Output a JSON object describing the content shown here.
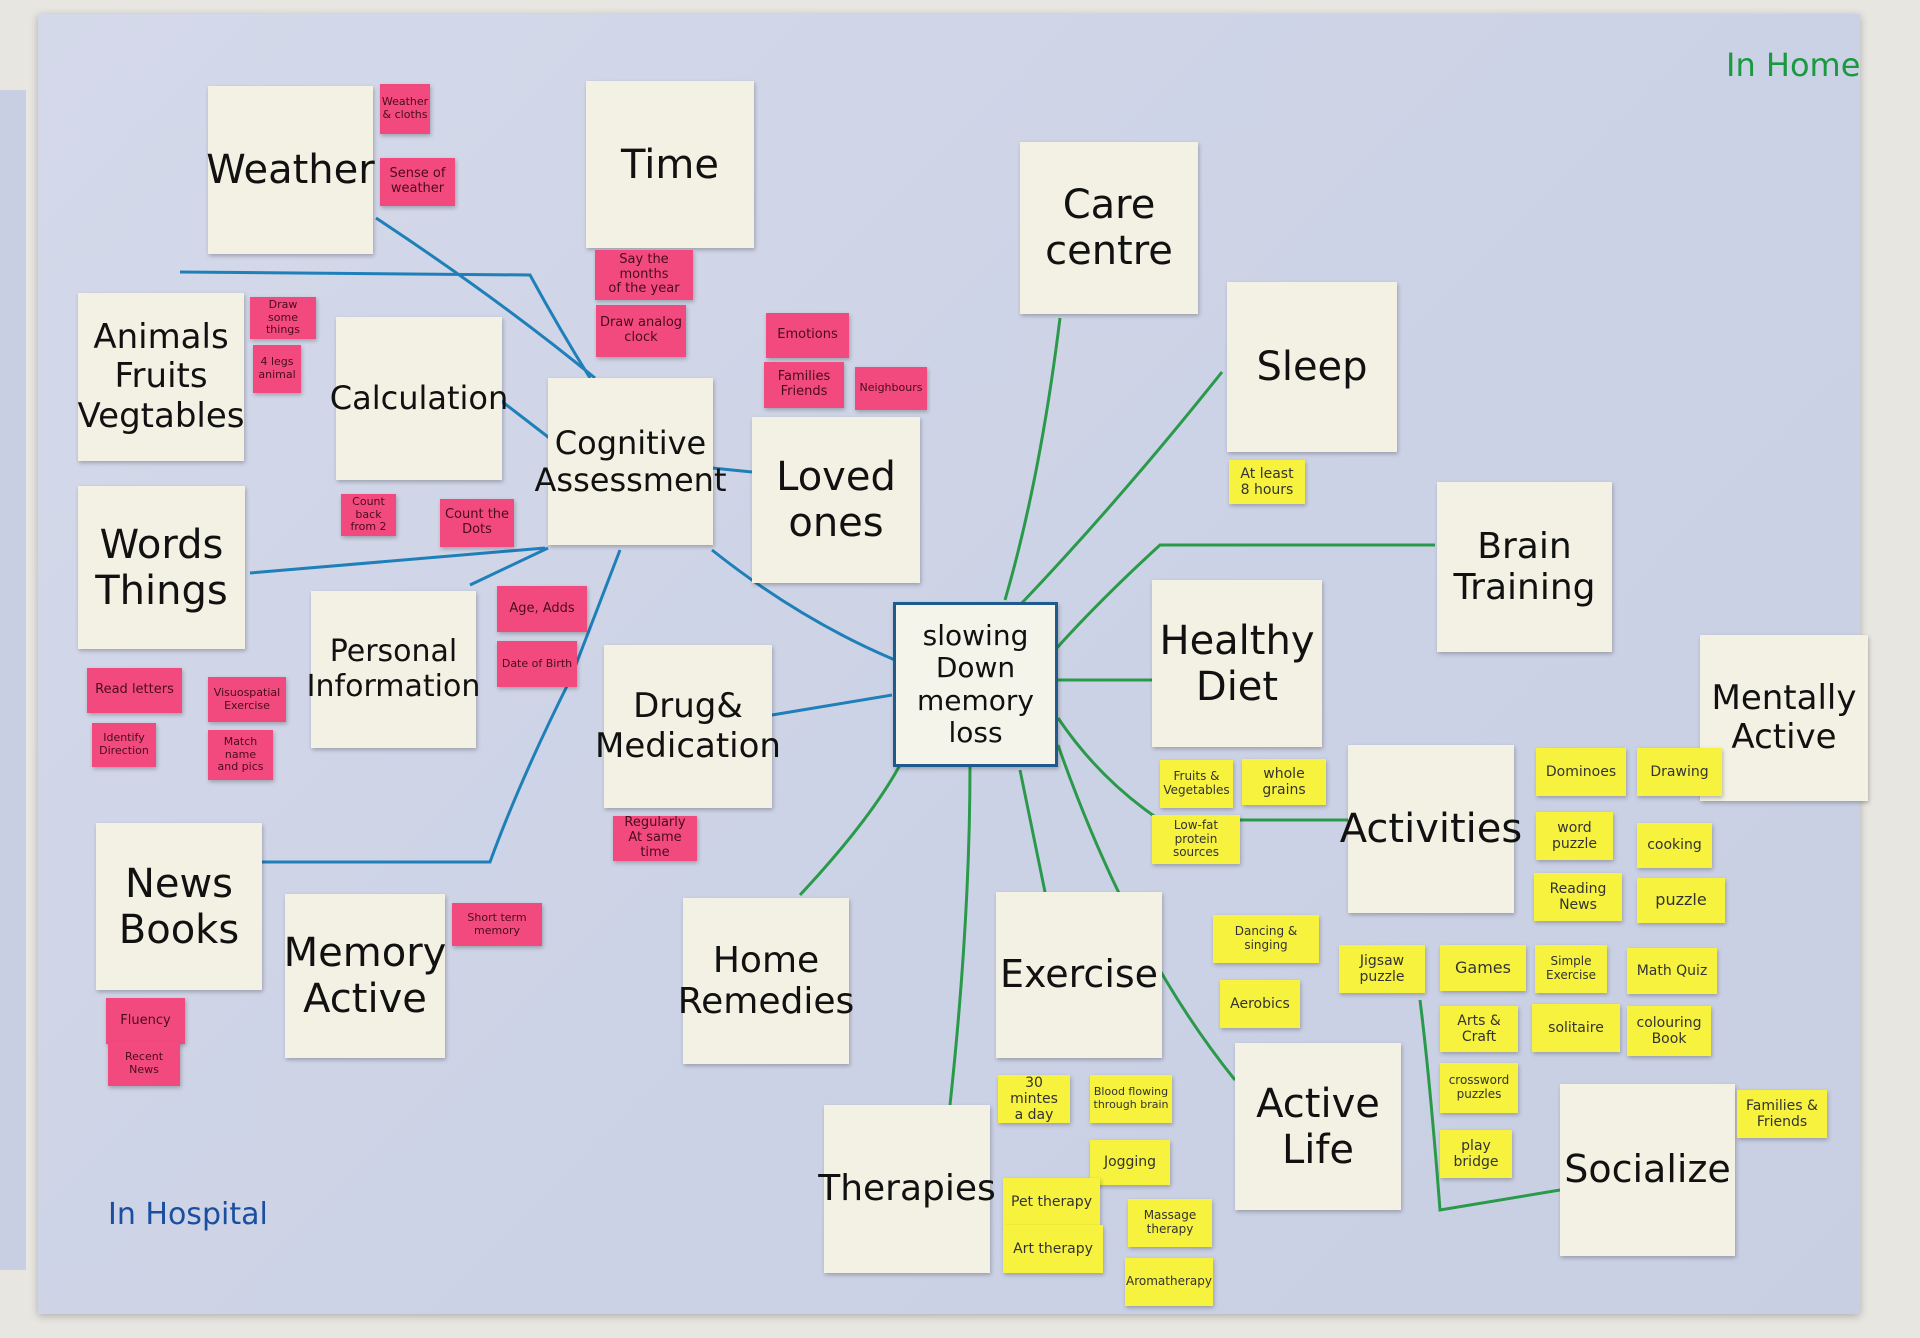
{
  "labels": {
    "in_home": "In Home",
    "in_hospital": "In Hospital"
  },
  "center": "slowing\nDown\nmemory loss",
  "big_notes": {
    "weather": "Weather",
    "time": "Time",
    "care_centre": "Care\ncentre",
    "sleep": "Sleep",
    "animals": "Animals\nFruits\nVegtables",
    "calculation": "Calculation",
    "cognitive": "Cognitive\nAssessment",
    "loved_ones": "Loved\nones",
    "brain_training": "Brain\nTraining",
    "words": "Words\nThings",
    "personal": "Personal\nInformation",
    "drug": "Drug&\nMedication",
    "healthy_diet": "Healthy\nDiet",
    "mentally_active": "Mentally\nActive",
    "activities": "Activities",
    "news": "News\nBooks",
    "memory": "Memory\nActive",
    "home_remedies": "Home\nRemedies",
    "exercise": "Exercise",
    "active_life": "Active\nLife",
    "socialize": "Socialize",
    "therapies": "Therapies"
  },
  "pink_notes": {
    "weather_clothes": "Weather\n& cloths",
    "sense_weather": "Sense of\nweather",
    "months": "Say the months\nof the year",
    "analog_clock": "Draw analog\nclock",
    "emotions": "Emotions",
    "families": "Families\nFriends",
    "neighbours": "Neighbours",
    "draw_things": "Draw some\nthings",
    "four_legs": "4 legs\nanimal",
    "count_from": "Count back\nfrom 2",
    "count_dots": "Count the\nDots",
    "age": "Age, Adds",
    "dob": "Date of Birth",
    "read_letters": "Read letters",
    "visuospatial": "Visuospatial\nExercise",
    "identify": "Identify\nDirection",
    "match": "Match name\nand pics",
    "regularly": "Regularly\nAt same time",
    "short_term": "Short term memory",
    "fluency": "Fluency",
    "recent_news": "Recent News"
  },
  "yellow_notes": {
    "at_least": "At least\n8 hours",
    "fruits_veg": "Fruits &\nVegetables",
    "whole_grains": "whole grains",
    "low_fat": "Low-fat\nprotein sources",
    "dominoes": "Dominoes",
    "drawing": "Drawing",
    "word_puzzle": "word\npuzzle",
    "cooking": "cooking",
    "reading_news": "Reading News",
    "puzzle": "puzzle",
    "dancing": "Dancing & singing",
    "jigsaw": "Jigsaw\npuzzle",
    "games": "Games",
    "simple_exercise": "Simple\nExercise",
    "math_quiz": "Math Quiz",
    "aerobics": "Aerobics",
    "arts": "Arts & Craft",
    "solitaire": "solitaire",
    "colouring": "colouring\nBook",
    "crossword": "crossword\npuzzles",
    "play_bridge": "play bridge",
    "families_friends": "Families &\nFriends",
    "thirty_min": "30 mintes\na day",
    "blood_flowing": "Blood flowing\nthrough brain",
    "jogging": "Jogging",
    "pet_therapy": "Pet therapy",
    "massage": "Massage therapy",
    "art_therapy": "Art therapy",
    "aromatherapy": "Aromatherapy"
  },
  "line_colors": {
    "hospital": "#1f7fb8",
    "home": "#2a9a4a"
  }
}
